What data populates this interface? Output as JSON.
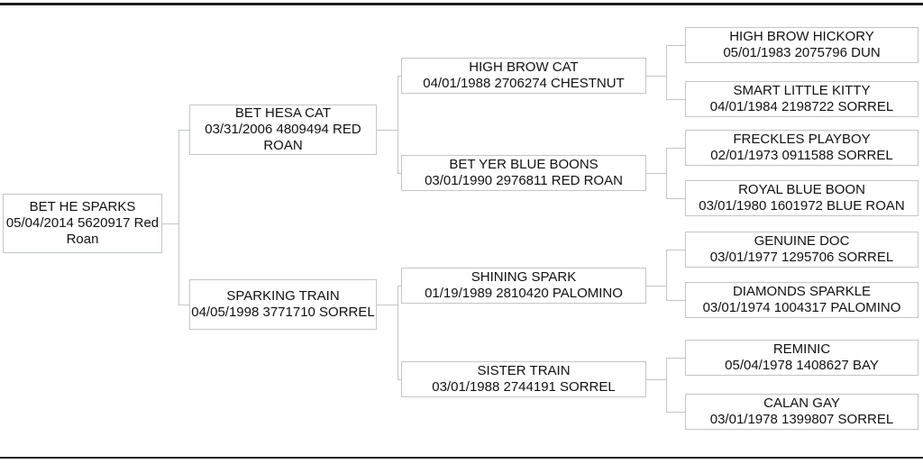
{
  "colors": {
    "box_border": "#c2c6c8",
    "connector_line": "#c2c6c8",
    "text": "#111111",
    "page_rule": "#1f1f1f",
    "background": "#ffffff"
  },
  "pedigree": {
    "subject": {
      "name": "BET HE SPARKS",
      "info": "05/04/2014 5620917 Red Roan"
    },
    "gen2": [
      {
        "name": "BET HESA CAT",
        "info": "03/31/2006 4809494 RED ROAN"
      },
      {
        "name": "SPARKING TRAIN",
        "info": "04/05/1998 3771710 SORREL"
      }
    ],
    "gen3": [
      {
        "name": "HIGH BROW CAT",
        "info": "04/01/1988 2706274 CHESTNUT"
      },
      {
        "name": "BET YER BLUE BOONS",
        "info": "03/01/1990 2976811 RED ROAN"
      },
      {
        "name": "SHINING SPARK",
        "info": "01/19/1989 2810420 PALOMINO"
      },
      {
        "name": "SISTER TRAIN",
        "info": "03/01/1988 2744191 SORREL"
      }
    ],
    "gen4": [
      {
        "name": "HIGH BROW HICKORY",
        "info": "05/01/1983 2075796 DUN"
      },
      {
        "name": "SMART LITTLE KITTY",
        "info": "04/01/1984 2198722 SORREL"
      },
      {
        "name": "FRECKLES PLAYBOY",
        "info": "02/01/1973 0911588 SORREL"
      },
      {
        "name": "ROYAL BLUE BOON",
        "info": "03/01/1980 1601972 BLUE ROAN"
      },
      {
        "name": "GENUINE DOC",
        "info": "03/01/1977 1295706 SORREL"
      },
      {
        "name": "DIAMONDS SPARKLE",
        "info": "03/01/1974 1004317 PALOMINO"
      },
      {
        "name": "REMINIC",
        "info": "05/04/1978 1408627 BAY"
      },
      {
        "name": "CALAN GAY",
        "info": "03/01/1978 1399807 SORREL"
      }
    ]
  }
}
